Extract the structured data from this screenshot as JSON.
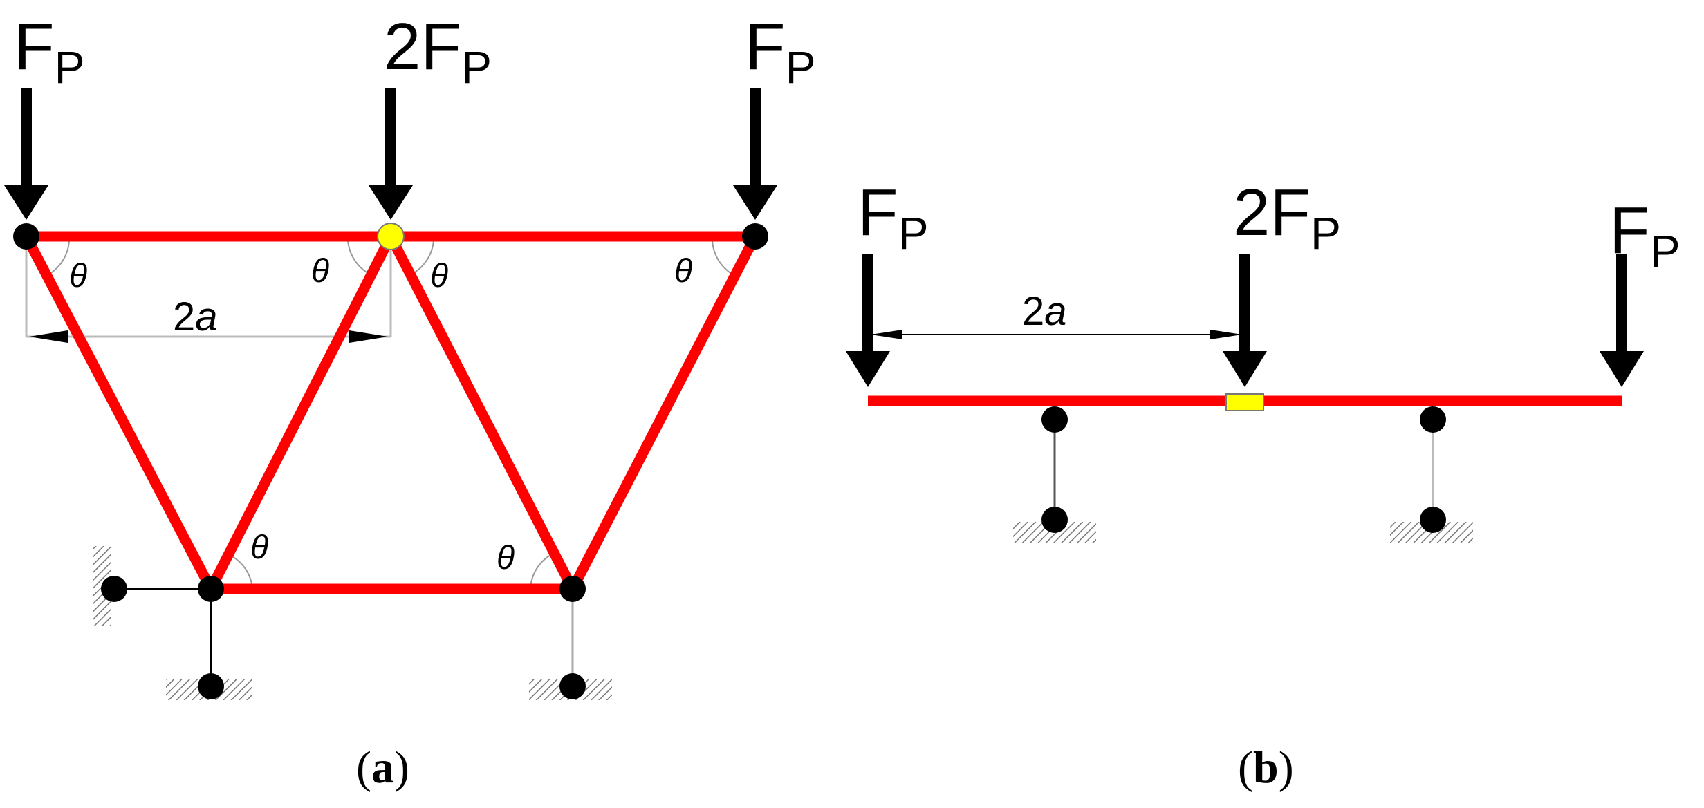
{
  "figure_a": {
    "caption_letter": "a",
    "loads": [
      {
        "magnitude": "F",
        "subscript": "P"
      },
      {
        "magnitude": "2F",
        "subscript": "P"
      },
      {
        "magnitude": "F",
        "subscript": "P"
      }
    ],
    "dimension": {
      "prefix": "2",
      "variable": "a"
    },
    "angle_symbol": "θ"
  },
  "figure_b": {
    "caption_letter": "b",
    "loads": [
      {
        "magnitude": "F",
        "subscript": "P"
      },
      {
        "magnitude": "2F",
        "subscript": "P"
      },
      {
        "magnitude": "F",
        "subscript": "P"
      }
    ],
    "dimension": {
      "prefix": "2",
      "variable": "a"
    }
  },
  "colors": {
    "member": "#ff0000",
    "hinge_highlight": "#ffff00",
    "joint": "#000000",
    "hatch": "#777777"
  }
}
